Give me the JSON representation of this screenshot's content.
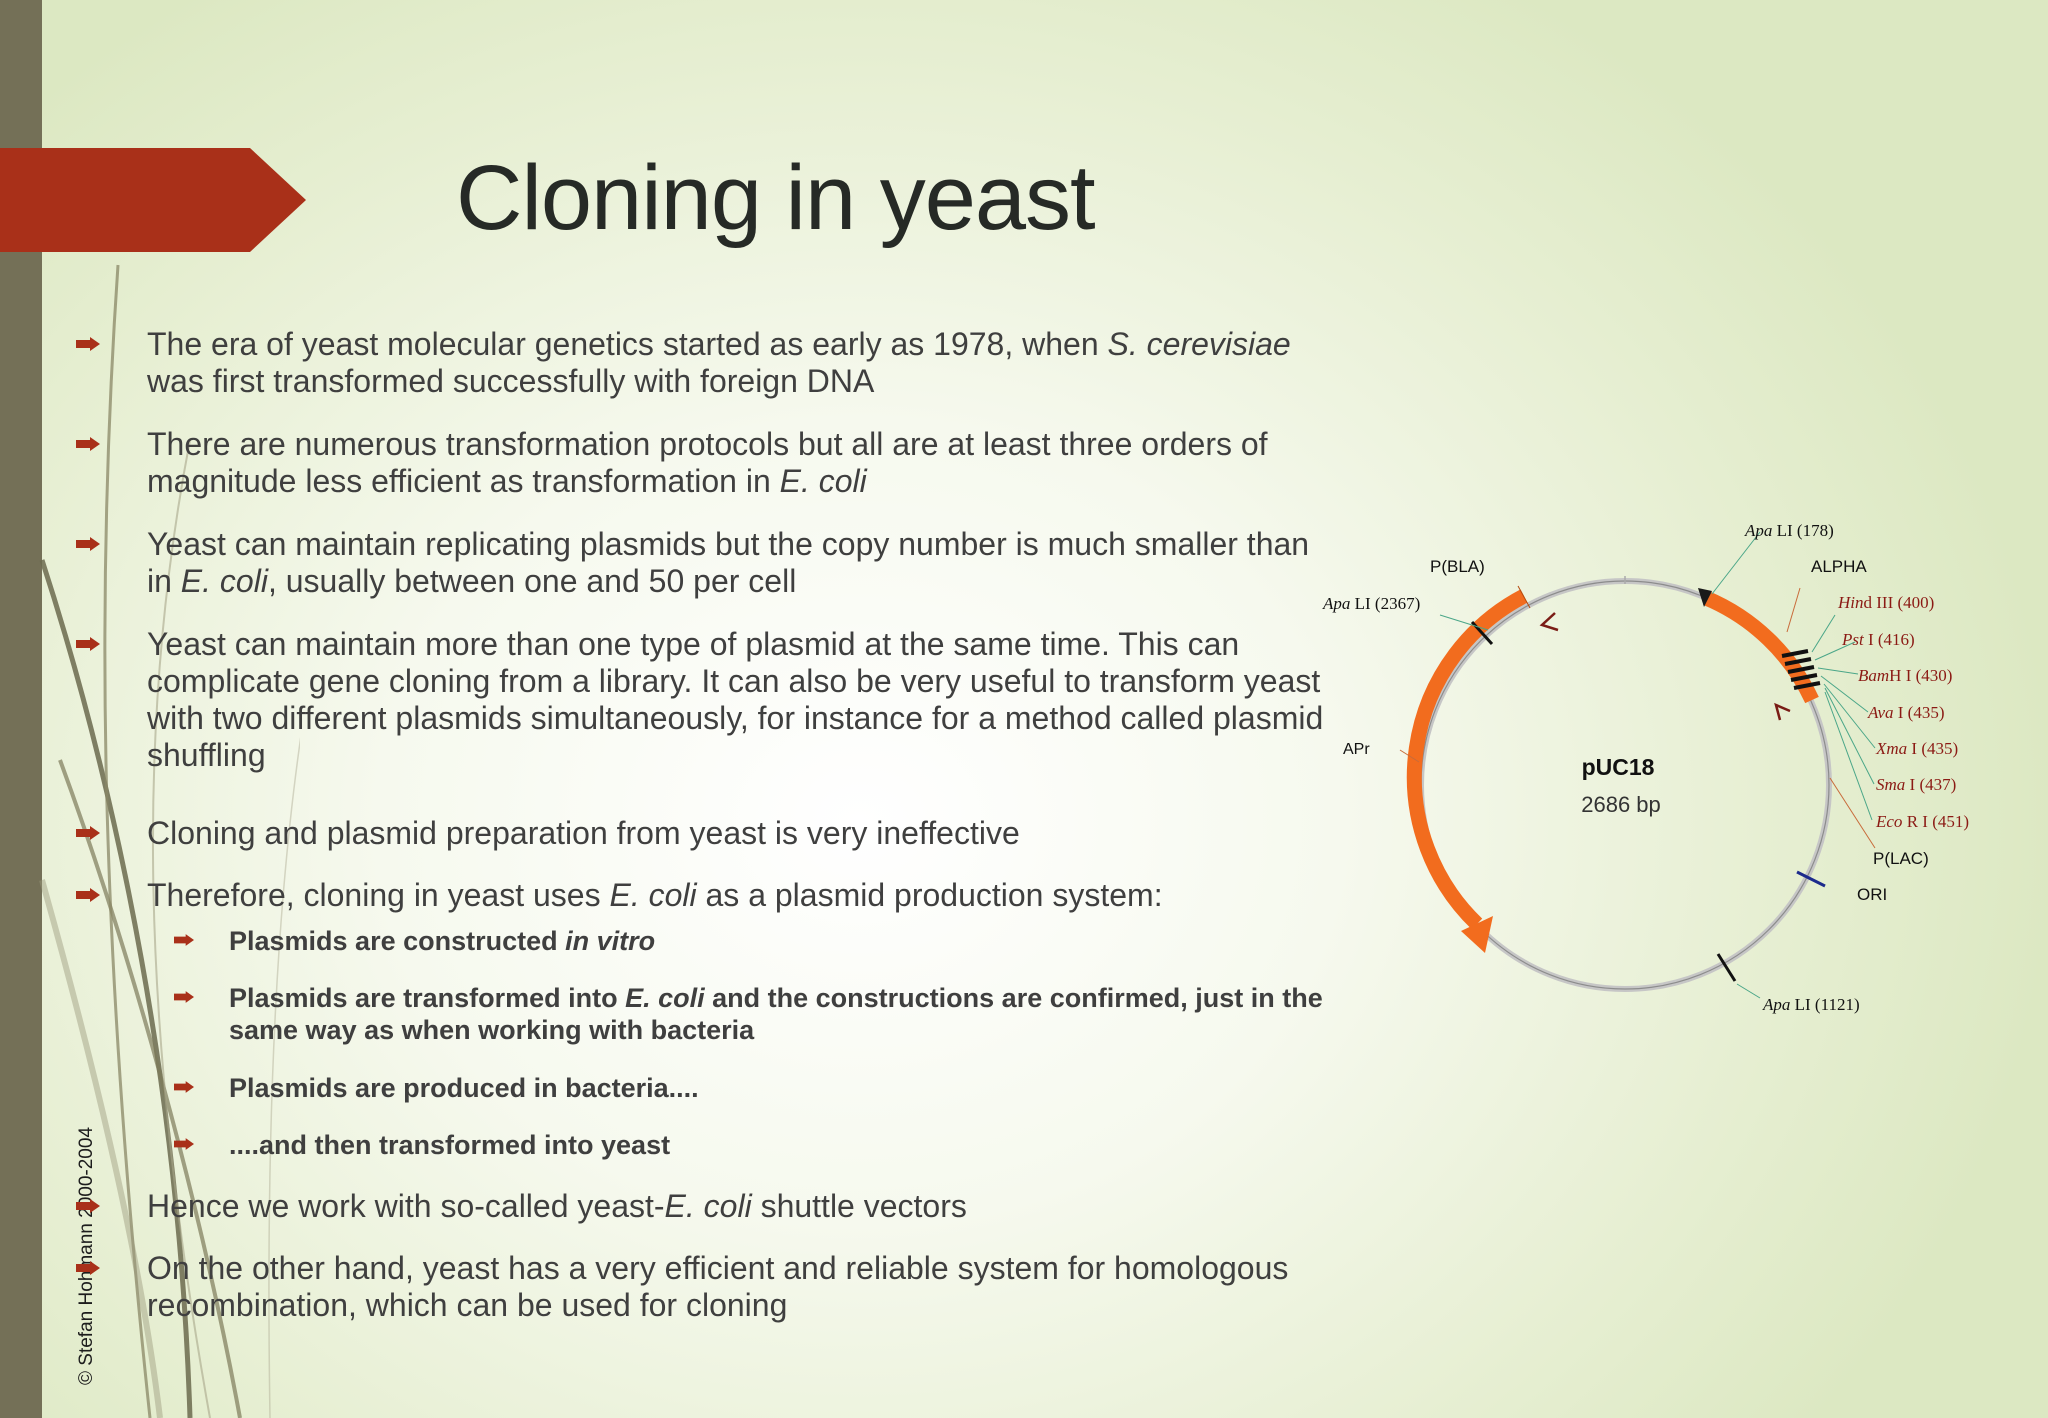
{
  "slide": {
    "title": "Cloning in yeast",
    "credit": "© Stefan Hohmann 2000-2004",
    "colors": {
      "accent": "#a93019",
      "sidebar": "#747057",
      "plasmid_arrow": "#f26c1e",
      "text": "#3f3f3f"
    }
  },
  "bullets": [
    {
      "level": 1,
      "runs": [
        {
          "t": "The era of yeast molecular genetics started as early as 1978, when "
        },
        {
          "t": "S. cerevisiae",
          "i": true
        },
        {
          "t": " was first transformed successfully with foreign DNA"
        }
      ]
    },
    {
      "level": 1,
      "runs": [
        {
          "t": "There are numerous transformation protocols but all are at least three orders of magnitude less efficient as transformation in "
        },
        {
          "t": "E. coli",
          "i": true
        }
      ]
    },
    {
      "level": 1,
      "runs": [
        {
          "t": "Yeast can maintain replicating plasmids but the copy number is much smaller than in "
        },
        {
          "t": "E. coli",
          "i": true
        },
        {
          "t": ", usually between one and 50 per cell"
        }
      ]
    },
    {
      "level": 1,
      "runs": [
        {
          "t": "Yeast can maintain more than one type of plasmid at the same time. This can complicate gene cloning from a library. It can also be very useful to transform yeast with two different plasmids simultaneously, for instance for a method called plasmid shuffling"
        }
      ]
    },
    {
      "level": 1,
      "runs": [
        {
          "t": "Cloning and plasmid preparation from yeast is very ineffective"
        }
      ]
    },
    {
      "level": 1,
      "runs": [
        {
          "t": "Therefore, cloning in yeast uses "
        },
        {
          "t": "E. coli",
          "i": true
        },
        {
          "t": " as a plasmid production system:"
        }
      ]
    },
    {
      "level": 2,
      "runs": [
        {
          "t": "Plasmids are constructed "
        },
        {
          "t": "in vitro",
          "i": true
        }
      ]
    },
    {
      "level": 2,
      "runs": [
        {
          "t": "Plasmids are transformed into "
        },
        {
          "t": "E. coli",
          "i": true
        },
        {
          "t": " and the constructions are confirmed, just in the same way as when working with bacteria"
        }
      ]
    },
    {
      "level": 2,
      "runs": [
        {
          "t": "Plasmids are produced in bacteria...."
        }
      ]
    },
    {
      "level": 2,
      "runs": [
        {
          "t": "....and then transformed into yeast"
        }
      ]
    },
    {
      "level": 1,
      "runs": [
        {
          "t": "Hence we work with so-called yeast-"
        },
        {
          "t": "E. coli",
          "i": true
        },
        {
          "t": " shuttle vectors"
        }
      ]
    },
    {
      "level": 1,
      "runs": [
        {
          "t": "On the other hand, yeast has a very efficient and reliable system for homologous recombination, which can be used for cloning"
        }
      ]
    }
  ],
  "plasmid": {
    "name": "pUC18",
    "size": "2686 bp",
    "features": [
      "P(BLA)",
      "APr",
      "ALPHA",
      "P(LAC)",
      "ORI"
    ],
    "sites": [
      {
        "name": "Apa",
        "suffix": " LI (178)"
      },
      {
        "name": "Apa",
        "suffix": " LI (2367)"
      },
      {
        "name": "Hin",
        "suffix": "d III (400)"
      },
      {
        "name": "Pst",
        "suffix": " I (416)"
      },
      {
        "name": "Bam",
        "suffix": "H I (430)"
      },
      {
        "name": "Ava",
        "suffix": "  I (435)"
      },
      {
        "name": "Xma",
        "suffix": " I (435)"
      },
      {
        "name": "Sma",
        "suffix": "  I (437)"
      },
      {
        "name": "Eco",
        "suffix": " R I (451)"
      },
      {
        "name": "Apa",
        "suffix": " LI (1121)"
      }
    ]
  }
}
